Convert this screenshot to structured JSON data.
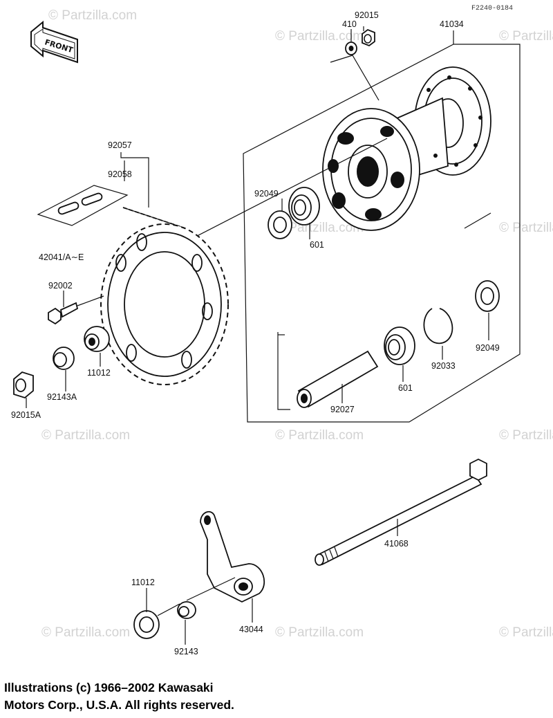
{
  "reference_code": "F2240-0184",
  "front_label": "FRONT",
  "watermark_text": "© Partzilla.com",
  "parts": {
    "p92015": "92015",
    "p410": "410",
    "p41034": "41034",
    "p92057": "92057",
    "p92058": "92058",
    "p92049_top": "92049",
    "p601_top": "601",
    "p42041": "42041/A∼E",
    "p92002": "92002",
    "p11012_top": "11012",
    "p92143A": "92143A",
    "p92015A": "92015A",
    "p92049_bottom": "92049",
    "p92033": "92033",
    "p601_bottom": "601",
    "p92027": "92027",
    "p41068": "41068",
    "p11012_bottom": "11012",
    "p43044": "43044",
    "p92143": "92143"
  },
  "copyright": {
    "line1": "Illustrations (c) 1966–2002 Kawasaki",
    "line2": "Motors Corp., U.S.A.  All rights reserved."
  },
  "colors": {
    "ink": "#111111",
    "watermark": "#d2d2d2",
    "background": "#ffffff"
  }
}
